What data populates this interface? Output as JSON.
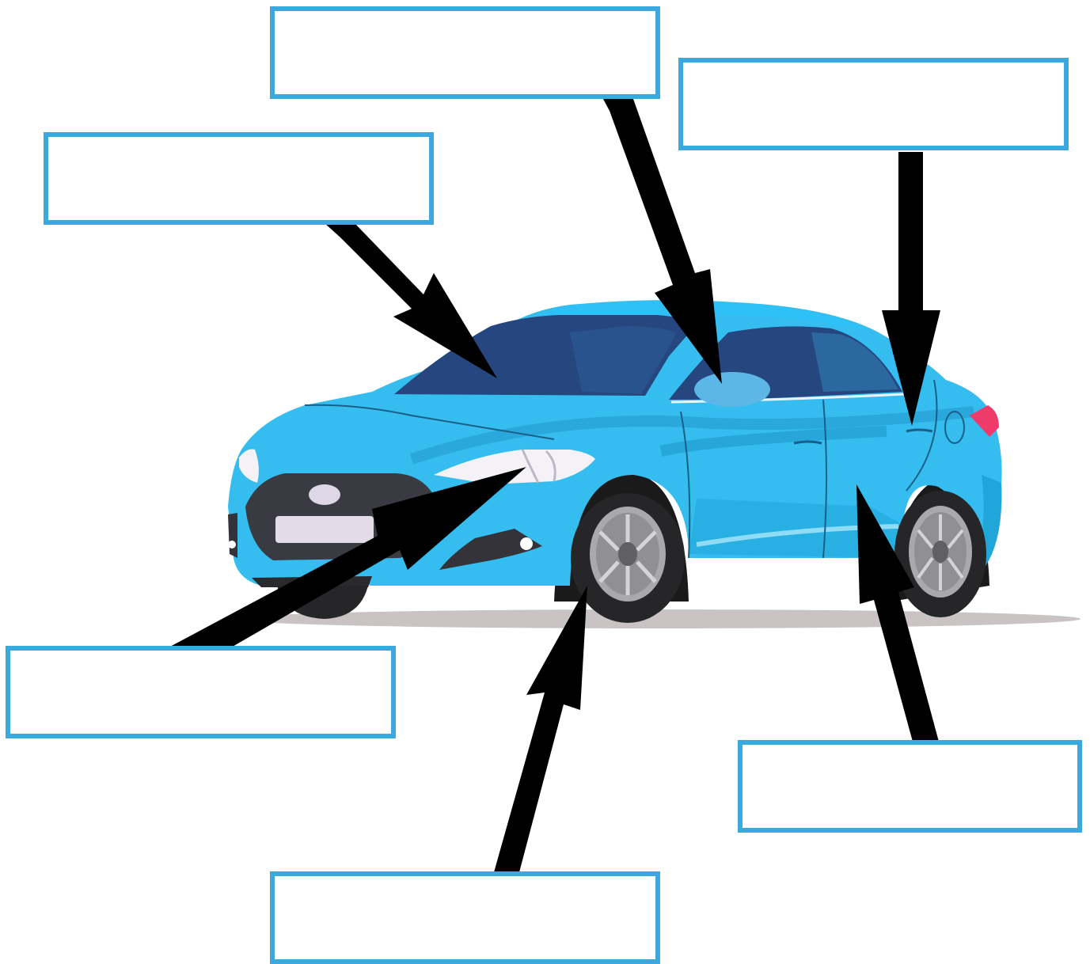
{
  "diagram": {
    "labels": [
      {
        "id": "windshield",
        "text": ""
      },
      {
        "id": "side-mirror",
        "text": ""
      },
      {
        "id": "door-handle",
        "text": ""
      },
      {
        "id": "headlight",
        "text": ""
      },
      {
        "id": "wheel",
        "text": ""
      },
      {
        "id": "door",
        "text": ""
      }
    ]
  },
  "colors": {
    "box_border": "#3da8de",
    "car_body": "#35bdf0",
    "car_body_shade": "#1fa6d8",
    "window_tint": "#24487f",
    "arrow": "#000000",
    "tail_light": "#ee3b6a",
    "shadow": "#c9c3c3"
  }
}
